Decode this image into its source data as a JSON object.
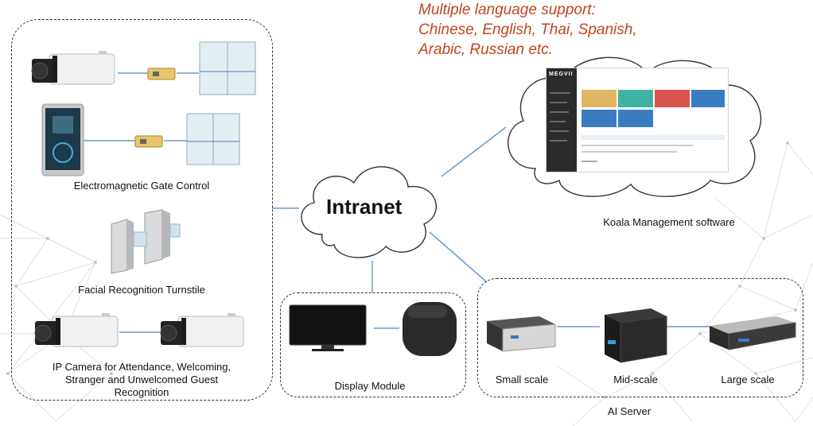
{
  "note": {
    "lines": [
      "Multiple language support:",
      "Chinese, English, Thai, Spanish,",
      "Arabic, Russian etc."
    ],
    "color": "#c2451e"
  },
  "hub": {
    "label": "Intranet"
  },
  "access_group": {
    "gate_label": "Electromagnetic Gate Control",
    "turnstile_label": "Facial Recognition Turnstile",
    "camera_label": "IP Camera for Attendance, Welcoming, Stranger and Unwelcomed Guest Recognition"
  },
  "display_group": {
    "label": "Display Module"
  },
  "server_group": {
    "label": "AI Server",
    "small_label": "Small scale",
    "mid_label": "Mid-scale",
    "large_label": "Large scale"
  },
  "software": {
    "label": "Koala Management software",
    "screenshot_logo": "MEGVII"
  },
  "colors": {
    "connector": "#6a9bd1",
    "tile_yellow": "#e0b865",
    "tile_teal": "#3fb3a3",
    "tile_red": "#d9534f",
    "tile_blue": "#3a7cc2"
  }
}
